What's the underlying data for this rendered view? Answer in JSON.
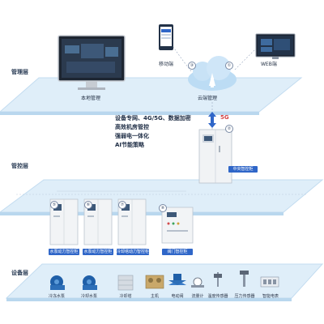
{
  "layers": {
    "management": "管理层",
    "control": "管控层",
    "device": "设备层"
  },
  "management": {
    "local": "本地管理",
    "cloud": "云端管理",
    "mobile": "移动端",
    "web": "WEB端"
  },
  "badges": {
    "mobile": "③",
    "web": "①",
    "cloud_link": "②",
    "cabinet_left": "⑤",
    "cabinet_mid": "⑥",
    "cabinet_right": "⑦",
    "valve_cabinet": "⑧"
  },
  "features": [
    "设备专网、4G/5G、数据加密",
    "高效机房管控",
    "强弱电一体化",
    "AI节能策略"
  ],
  "link": {
    "label": "5G"
  },
  "controller": {
    "label": "中央智控柜"
  },
  "cabinets": [
    {
      "label": "水泵动力智控柜"
    },
    {
      "label": "水泵动力智控柜"
    },
    {
      "label": "冷却塔动力智控柜"
    },
    {
      "label": "阀门智控柜"
    }
  ],
  "devices": [
    {
      "label": "冷冻水泵"
    },
    {
      "label": "冷却水泵"
    },
    {
      "label": "冷却塔"
    },
    {
      "label": "主机"
    },
    {
      "label": "电动阀"
    },
    {
      "label": "流量计"
    },
    {
      "label": "温度传感器"
    },
    {
      "label": "压力传感器"
    },
    {
      "label": "智能电表"
    }
  ],
  "colors": {
    "platform": "#dfeef9",
    "platform_edge": "#b9d7ee",
    "accent": "#2f66c8",
    "cabinet": "#f2f4f6"
  }
}
